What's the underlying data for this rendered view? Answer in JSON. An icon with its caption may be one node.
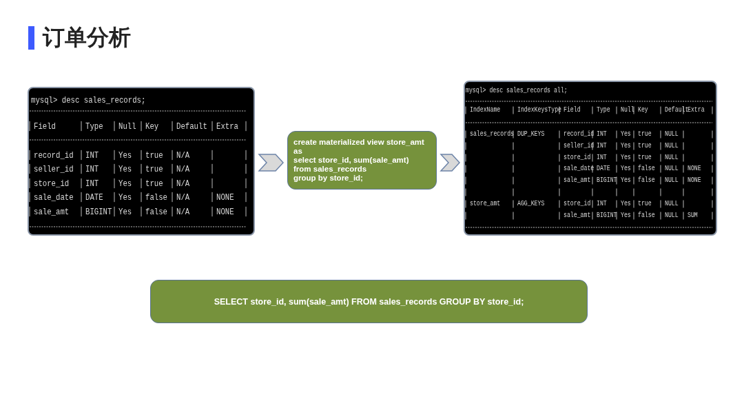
{
  "diagram": {
    "title": "订单分析",
    "nodes": [
      {
        "text": [
          "mysql> desc sales_records;",
          "Field",
          "Type",
          "Null",
          "Key",
          "Default",
          "Extra",
          "record_id",
          "INT",
          "Yes",
          "true",
          "N/A",
          "seller_id",
          "INT",
          "Yes",
          "true",
          "N/A",
          "store_id",
          "INT",
          "Yes",
          "true",
          "N/A",
          "sale_date",
          "DATE",
          "Yes",
          "false",
          "N/A",
          "NONE",
          "sale_amt",
          "BIGINT",
          "Yes",
          "false",
          "N/A",
          "NONE"
        ]
      },
      {
        "text": [
          "create materialized view store_amt",
          "as",
          "select store_id, sum(sale_amt)",
          "from sales_records",
          "group by store_id;"
        ]
      },
      {
        "text": [
          "mysql> desc sales_records all;",
          "IndexName",
          "IndexKeysType",
          "Field",
          "Type",
          "Null",
          "Key",
          "Default",
          "Extra",
          "sales_records",
          "DUP_KEYS",
          "record_id",
          "INT",
          "Yes",
          "true",
          "NULL",
          "seller_id",
          "INT",
          "Yes",
          "true",
          "NULL",
          "store_id",
          "INT",
          "Yes",
          "true",
          "NULL",
          "sale_date",
          "DATE",
          "Yes",
          "false",
          "NULL",
          "NONE",
          "sale_amt",
          "BIGINT",
          "Yes",
          "false",
          "NULL",
          "NONE",
          "store_amt",
          "AGG_KEYS",
          "store_id",
          "INT",
          "Yes",
          "true",
          "NULL",
          "sale_amt",
          "BIGINT",
          "Yes",
          "false",
          "NULL",
          "SUM"
        ]
      },
      {
        "text": [
          "SELECT store_id, sum(sale_amt) FROM sales_records GROUP BY store_id;"
        ]
      }
    ],
    "edges": [
      {
        "from": 0,
        "to": 1,
        "arrow": "to"
      },
      {
        "from": 1,
        "to": 2,
        "arrow": "to"
      }
    ]
  }
}
